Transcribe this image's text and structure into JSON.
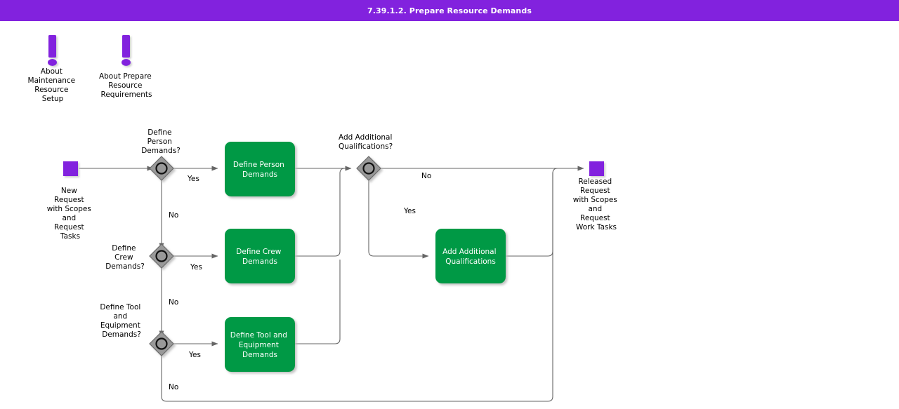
{
  "window": {
    "title": "7.39.1.2. Prepare Resource Demands",
    "accent_color": "#8222de",
    "task_color": "#009944",
    "gateway_color": "#999999",
    "connector_color": "#666666",
    "background_color": "#ffffff"
  },
  "annotations": [
    {
      "id": "about-maintenance-resource-setup",
      "icon": "exclamation-icon",
      "label": "About\nMaintenance\nResource\nSetup",
      "lines": [
        "About",
        "Maintenance",
        "Resource",
        "Setup"
      ]
    },
    {
      "id": "about-prepare-resource-requirements",
      "icon": "exclamation-icon",
      "label": "About Prepare\nResource\nRequirements",
      "lines": [
        "About Prepare",
        "Resource",
        "Requirements"
      ]
    }
  ],
  "events": {
    "start": {
      "id": "new-request-with-scopes-and-request-tasks",
      "type": "start-event",
      "lines": [
        "New",
        "Request",
        "with Scopes",
        "and",
        "Request",
        "Tasks"
      ]
    },
    "end": {
      "id": "released-request-with-scopes-and-request-work-tasks",
      "type": "end-event",
      "lines": [
        "Released",
        "Request",
        "with Scopes",
        "and",
        "Request",
        "Work Tasks"
      ]
    }
  },
  "gateways": [
    {
      "id": "define-person-demands-gateway",
      "type": "inclusive-gateway",
      "lines": [
        "Define",
        "Person",
        "Demands?"
      ]
    },
    {
      "id": "define-crew-demands-gateway",
      "type": "inclusive-gateway",
      "lines": [
        "Define",
        "Crew",
        "Demands?"
      ]
    },
    {
      "id": "define-tool-and-equipment-demands-gateway",
      "type": "inclusive-gateway",
      "lines": [
        "Define Tool",
        "and",
        "Equipment",
        "Demands?"
      ]
    },
    {
      "id": "add-additional-qualifications-gateway",
      "type": "inclusive-gateway",
      "lines": [
        "Add Additional",
        "Qualifications?"
      ]
    }
  ],
  "tasks": [
    {
      "id": "define-person-demands-task",
      "lines": [
        "Define Person",
        "Demands"
      ]
    },
    {
      "id": "define-crew-demands-task",
      "lines": [
        "Define Crew",
        "Demands"
      ]
    },
    {
      "id": "define-tool-and-equipment-demands-task",
      "lines": [
        "Define Tool and",
        "Equipment",
        "Demands"
      ]
    },
    {
      "id": "add-additional-qualifications-task",
      "lines": [
        "Add Additional",
        "Qualifications"
      ]
    }
  ],
  "flow_labels": {
    "person_yes": "Yes",
    "person_no": "No",
    "crew_yes": "Yes",
    "crew_no": "No",
    "tool_yes": "Yes",
    "tool_no": "No",
    "qual_no": "No",
    "qual_yes": "Yes"
  }
}
